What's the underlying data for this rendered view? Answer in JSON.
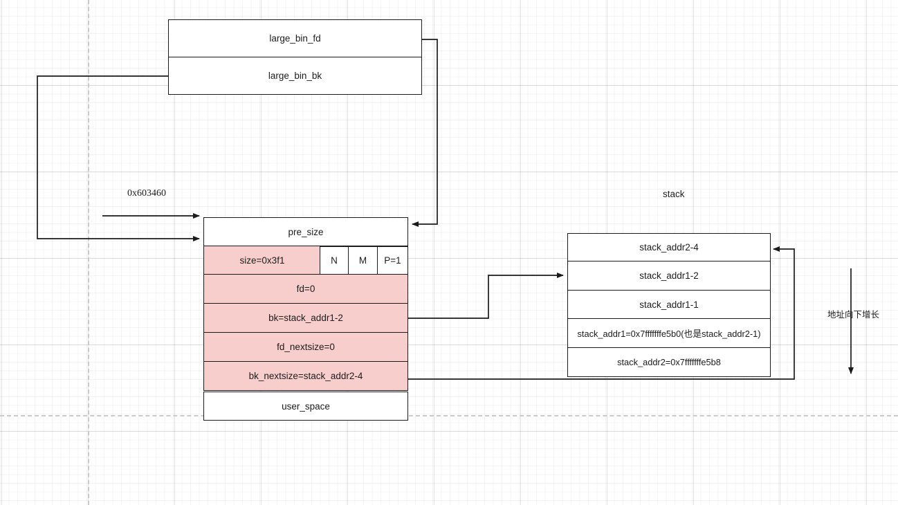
{
  "diagram": {
    "title": "largebin attack chunk / stack layout",
    "colors": {
      "chunk_fill": "#f8cecc",
      "stroke": "#1a1a1a",
      "grid": "#e8e8e8"
    }
  },
  "largebin": {
    "rows": [
      {
        "label": "large_bin_fd"
      },
      {
        "label": "large_bin_bk"
      }
    ]
  },
  "labels": {
    "heap_addr": "0x603460",
    "stack_title": "stack",
    "grow_down": "地址向下增长"
  },
  "chunk": {
    "rows": [
      {
        "label": "pre_size",
        "fill": "white"
      },
      {
        "label": "size=0x3f1",
        "fill": "pink"
      },
      {
        "label": "fd=0",
        "fill": "pink"
      },
      {
        "label": "bk=stack_addr1-2",
        "fill": "pink"
      },
      {
        "label": "fd_nextsize=0",
        "fill": "pink"
      },
      {
        "label": "bk_nextsize=stack_addr2-4",
        "fill": "pink"
      },
      {
        "label": "user_space",
        "fill": "white"
      }
    ],
    "flags": [
      {
        "label": "N"
      },
      {
        "label": "M"
      },
      {
        "label": "P=1"
      }
    ]
  },
  "stack": {
    "rows": [
      {
        "label": "stack_addr2-4"
      },
      {
        "label": "stack_addr1-2"
      },
      {
        "label": "stack_addr1-1"
      },
      {
        "label": "stack_addr1=0x7fffffffe5b0(也是stack_addr2-1)"
      },
      {
        "label": "stack_addr2=0x7fffffffe5b8"
      }
    ]
  },
  "connectors": [
    {
      "name": "large-bin-bk-to-chunk",
      "from": "large_bin_bk",
      "to": "chunk.size-row"
    },
    {
      "name": "large-bin-fd-to-chunk",
      "from": "large_bin_fd",
      "to": "chunk.pre_size"
    },
    {
      "name": "heap-addr-pointer",
      "from": "0x603460",
      "to": "chunk.pre_size"
    },
    {
      "name": "chunk-bk-to-stack-addr1-2",
      "from": "bk=stack_addr1-2",
      "to": "stack_addr1-2"
    },
    {
      "name": "chunk-bk-nextsize-to-stack",
      "from": "bk_nextsize=stack_addr2-4",
      "to": "stack_addr2-4"
    },
    {
      "name": "address-grows-down-arrow",
      "from": "top",
      "to": "bottom"
    }
  ]
}
